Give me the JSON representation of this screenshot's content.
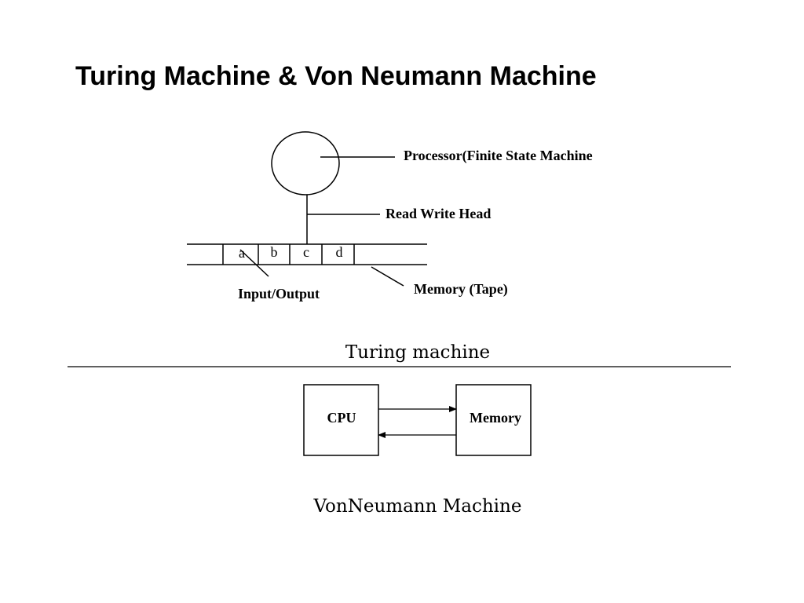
{
  "slide": {
    "title": "Turing Machine & Von Neumann Machine"
  },
  "turing": {
    "processor_label": "Processor(Finite State Machine",
    "head_label": "Read Write Head",
    "tape_cells": [
      "a",
      "b",
      "c",
      "d"
    ],
    "io_label": "Input/Output",
    "memory_label": "Memory (Tape)",
    "caption": "Turing machine"
  },
  "von_neumann": {
    "cpu_label": "CPU",
    "memory_label": "Memory",
    "caption": "VonNeumann Machine"
  }
}
